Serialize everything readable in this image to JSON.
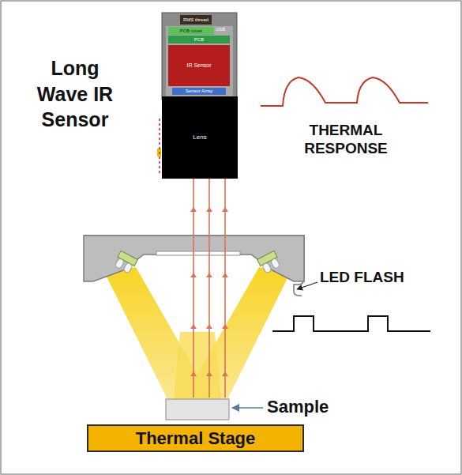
{
  "diagram": {
    "nodes": [
      {
        "text": [
          "RMS thread"
        ]
      },
      {
        "text": [
          "PCB cover"
        ]
      },
      {
        "text": [
          "PCB"
        ]
      },
      {
        "text": [
          "IR Sensor"
        ]
      },
      {
        "text": [
          "Sensor Array"
        ]
      },
      {
        "text": [
          "Lens"
        ]
      },
      {
        "text": [
          "Thermal Stage"
        ]
      }
    ],
    "labels": [
      "Long Wave IR Sensor",
      "THERMAL RESPONSE",
      "LED FLASH",
      "Sample",
      "USB"
    ]
  }
}
